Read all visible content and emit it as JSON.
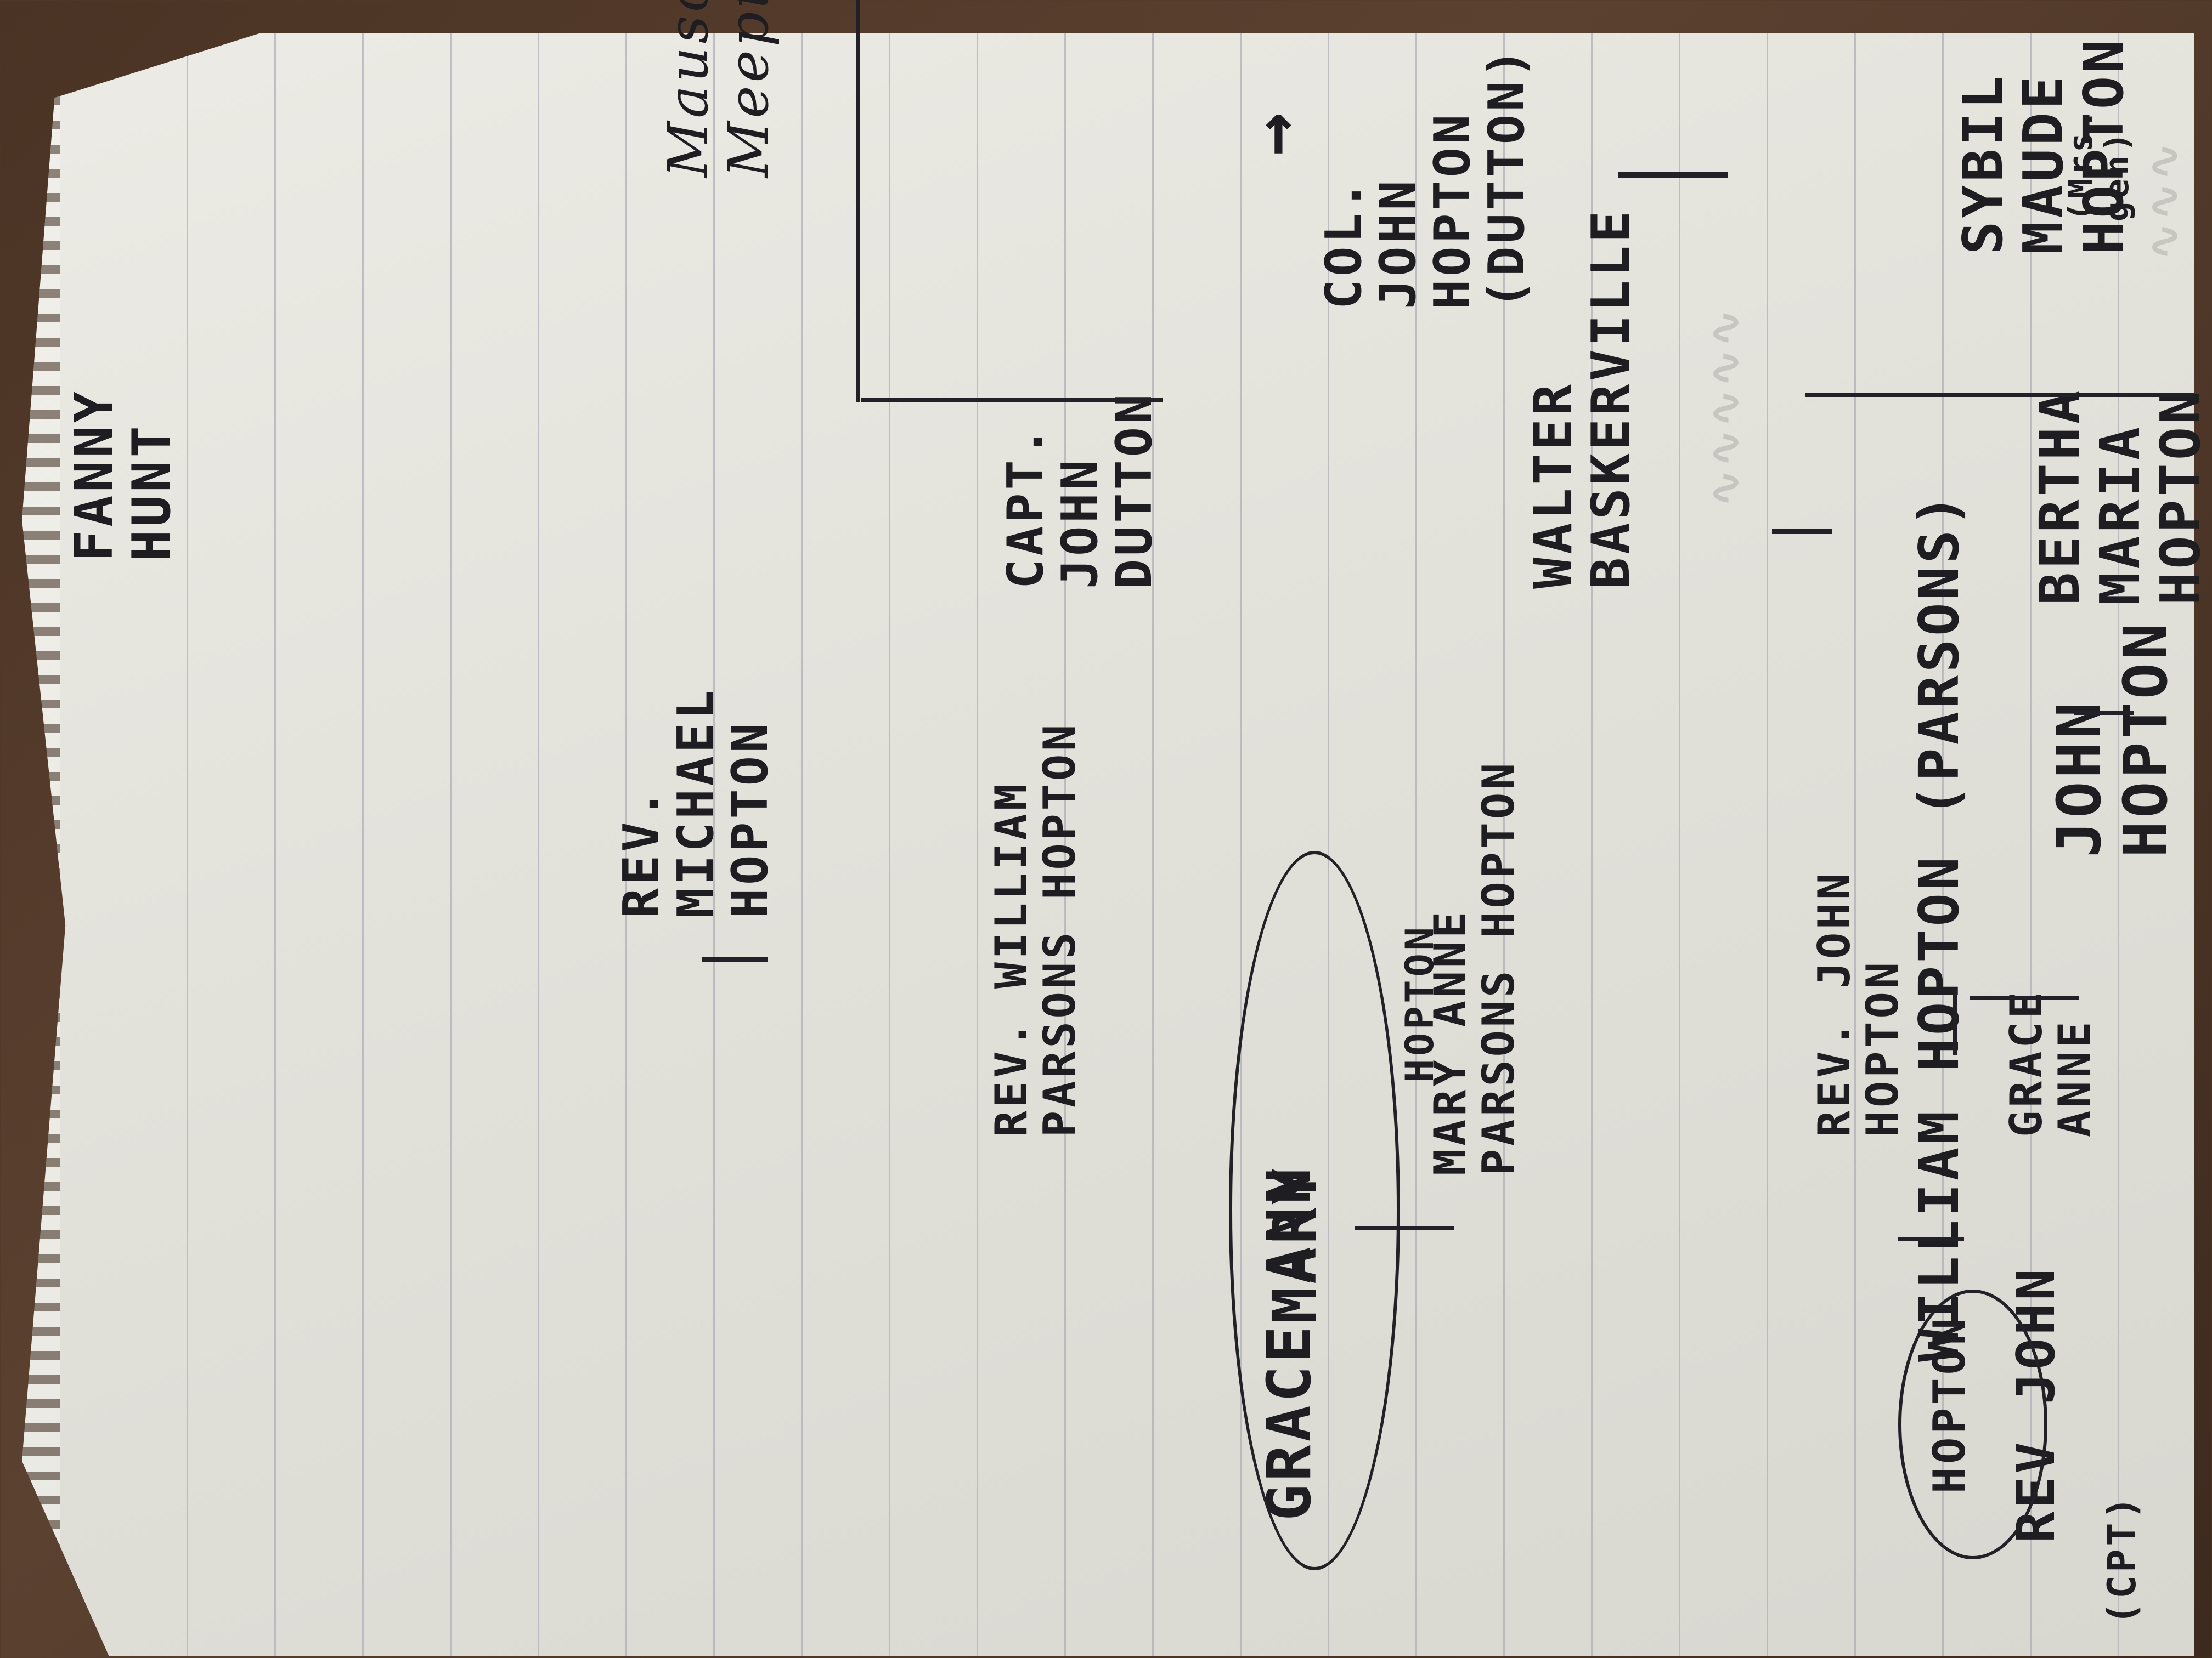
{
  "note": {
    "top": {
      "cpt": "(CPT)",
      "rev_john": "REV JOHN",
      "hopton": "HOPTON",
      "grace_ann": "GRACE ANN",
      "hopton_right": "HOPTON"
    },
    "gen1": {
      "william": "WILLIAM HOPTON (PARSONS)",
      "mary": "MARY"
    },
    "gen2": {
      "grace_anne": "GRACE\nANNE",
      "rev_john_hopton": "REV. JOHN\nHOPTON",
      "mary_anne": "MARY ANNE\nPARSONS HOPTON",
      "rev_william": "REV. WILLIAM\nPARSONS HOPTON"
    },
    "gen3": {
      "john_hopton": "JOHN\nHOPTON",
      "rev_michael": "REV.\nMICHAEL\nHOPTON",
      "fanny_hunt": "FANNY\nHUNT"
    },
    "gen4": {
      "bertha": "BERTHA\nMARIA\nHOPTON",
      "walter": "WALTER\nBASKERVILLE",
      "capt_john": "CAPT.\nJOHN\nDUTTON"
    },
    "gen5": {
      "sybil": "SYBIL\nMAUDE\nHOPTON",
      "mrs_gen": "(Mrs.\ngen)",
      "col_john": "COL.\nJOHN\nHOPTON\n(DUTTON)"
    },
    "mausoleum": "Mausoleum\nMeepthill",
    "arrow": "→"
  }
}
